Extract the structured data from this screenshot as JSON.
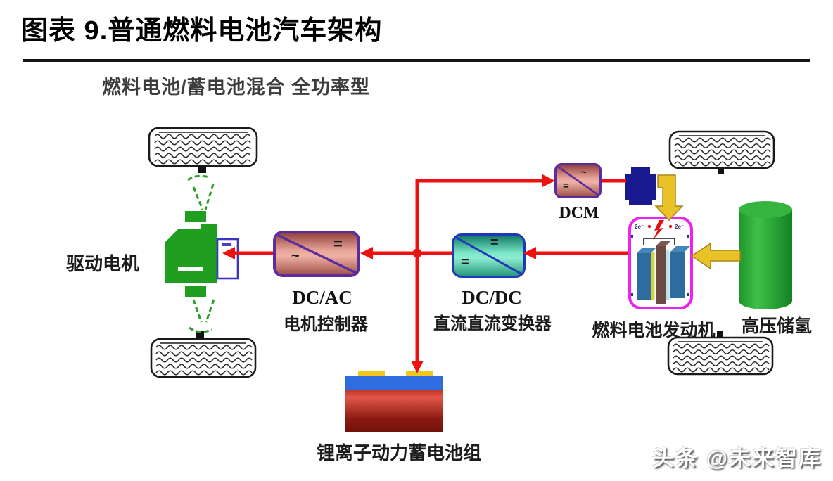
{
  "header": {
    "title": "图表 9.普通燃料电池汽车架构"
  },
  "diagram": {
    "subtitle": "燃料电池/蓄电池混合 全功率型",
    "components": {
      "drive_motor": {
        "label": "驱动电机"
      },
      "dc_ac": {
        "name": "DC/AC",
        "label": "电机控制器",
        "ac_symbol": "~",
        "dc_symbol": "="
      },
      "dc_dc": {
        "name": "DC/DC",
        "label": "直流直流变换器",
        "dc_symbol_1": "=",
        "dc_symbol_2": "="
      },
      "dcm": {
        "name": "DCM",
        "ac_symbol": "~",
        "dc_symbol": "="
      },
      "fuel_cell": {
        "label": "燃料电池发动机",
        "electron_left": "2e⁻",
        "electron_right": "2e⁻"
      },
      "hydrogen_tank": {
        "label": "高压储氢"
      },
      "battery": {
        "label": "锂离子动力蓄电池组"
      }
    },
    "colors": {
      "power_line_red": "#ee1111",
      "hydrogen_arrow_yellow": "#e9c227",
      "fuel_cell_border_magenta": "#ee22ee",
      "motor_green": "#1f9e1f",
      "tank_green": "#2aa636",
      "converter_pink_body": "#e8a59a",
      "converter_pink_border": "#5a2ca0",
      "converter_teal_body": "#7ce6c8",
      "converter_teal_border": "#2038b8",
      "compressor_navy": "#19198f",
      "battery_blue": "#2e6de0",
      "battery_red": "#8c1a12"
    }
  },
  "watermark": {
    "text": "头条 @未来智库"
  }
}
